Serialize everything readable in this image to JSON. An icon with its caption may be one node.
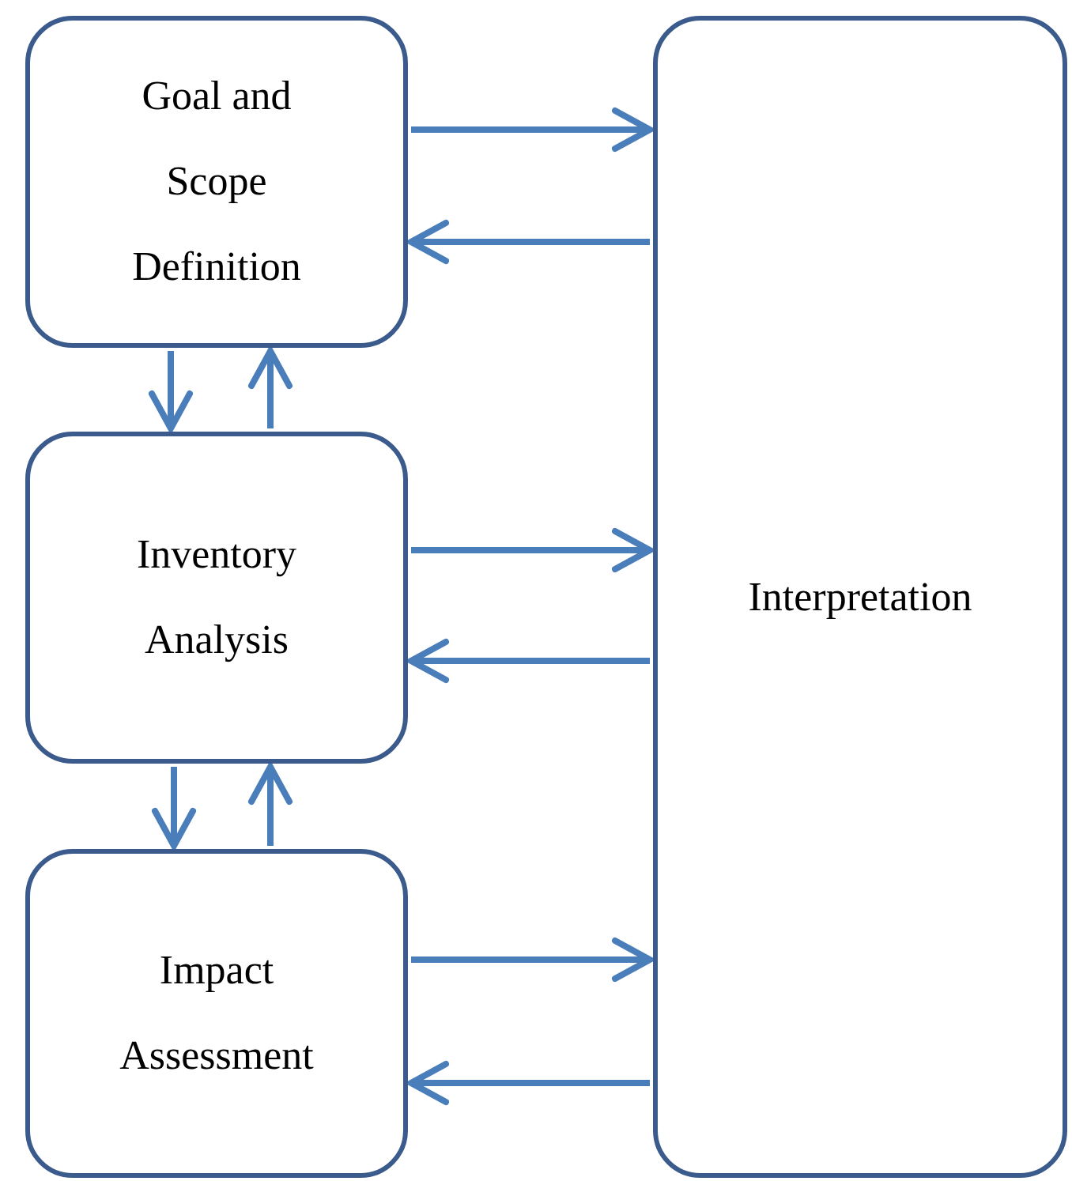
{
  "diagram": {
    "nodes": [
      {
        "text": [
          "Goal and Scope Definition"
        ]
      },
      {
        "text": [
          "Inventory Analysis"
        ]
      },
      {
        "text": [
          "Impact Assessment"
        ]
      },
      {
        "text": [
          "Interpretation"
        ]
      }
    ],
    "edges": [
      {
        "from": 0,
        "to": 3,
        "arrow": "to"
      },
      {
        "from": 3,
        "to": 0,
        "arrow": "to"
      },
      {
        "from": 0,
        "to": 1,
        "arrow": "to"
      },
      {
        "from": 1,
        "to": 0,
        "arrow": "to"
      },
      {
        "from": 1,
        "to": 3,
        "arrow": "to"
      },
      {
        "from": 3,
        "to": 1,
        "arrow": "to"
      },
      {
        "from": 1,
        "to": 2,
        "arrow": "to"
      },
      {
        "from": 2,
        "to": 1,
        "arrow": "to"
      },
      {
        "from": 2,
        "to": 3,
        "arrow": "to"
      },
      {
        "from": 3,
        "to": 2,
        "arrow": "to"
      }
    ]
  }
}
